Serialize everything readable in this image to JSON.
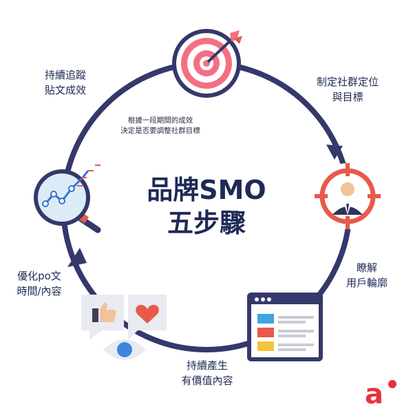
{
  "center_title": {
    "line1": "品牌SMO",
    "line2": "五步驟"
  },
  "steps": [
    {
      "line1": "制定社群定位",
      "line2": "與目標",
      "icon": "target-icon"
    },
    {
      "line1": "瞭解",
      "line2": "用戶輪廓",
      "icon": "user-crosshair-icon"
    },
    {
      "line1": "持續產生",
      "line2": "有價值內容",
      "icon": "content-window-icon"
    },
    {
      "line1": "優化po文",
      "line2": "時間/內容",
      "icon": "social-engagement-icon"
    },
    {
      "line1": "持續追蹤",
      "line2": "貼文成效",
      "icon": "analytics-magnifier-icon"
    }
  ],
  "note": {
    "line1": "根據一段期間的成效",
    "line2": "決定是否要調整社群目標"
  },
  "colors": {
    "ring": "#34386b",
    "accent_red": "#e8594b",
    "pink": "#f36f84",
    "navy_text": "#1f2a55"
  }
}
